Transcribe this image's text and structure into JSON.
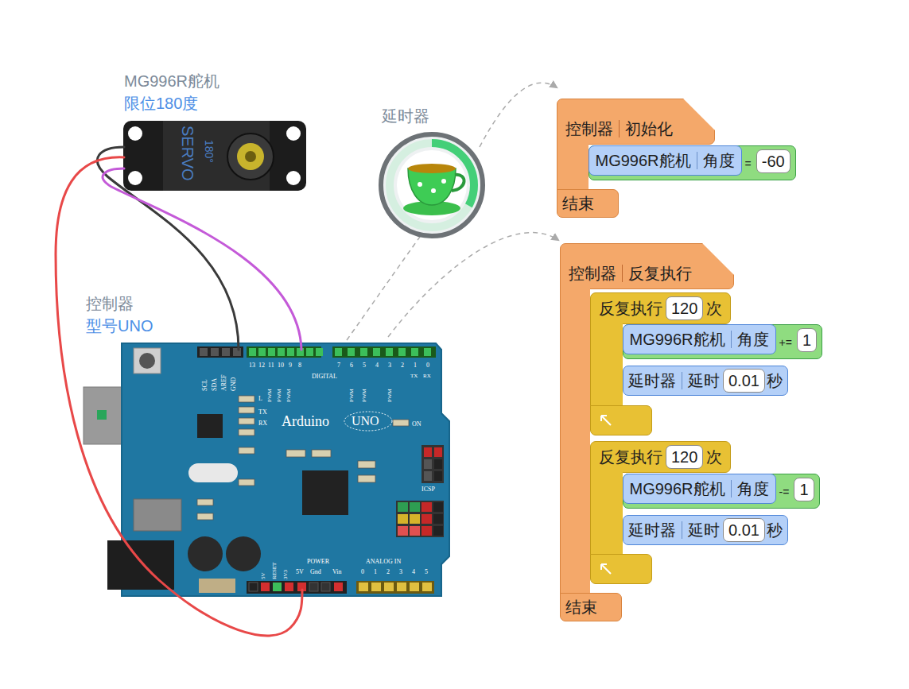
{
  "diagram": {
    "nodes": [
      {
        "text": [
          "控制器",
          "初始化",
          "结束"
        ]
      },
      {
        "text": [
          "MG996R舵机",
          "角度",
          "=",
          "-60"
        ],
        "in": 0
      },
      {
        "text": [
          "控制器",
          "反复执行",
          "结束"
        ]
      },
      {
        "text": [
          "反复执行",
          "120",
          "次"
        ],
        "in": 2
      },
      {
        "text": [
          "MG996R舵机",
          "角度",
          "+=",
          "1"
        ],
        "in": 3
      },
      {
        "text": [
          "延时器",
          "延时",
          "0.01",
          "秒"
        ],
        "in": 3
      },
      {
        "text": [
          "反复执行",
          "120",
          "次"
        ],
        "in": 2
      },
      {
        "text": [
          "MG996R舵机",
          "角度",
          "-=",
          "1"
        ],
        "in": 6
      },
      {
        "text": [
          "延时器",
          "延时",
          "0.01",
          "秒"
        ],
        "in": 6
      }
    ],
    "labels": [
      "MG996R舵机",
      "限位180度",
      "SERVO",
      "180°",
      "延时器",
      "控制器",
      "型号UNO",
      "SCL",
      "SDA",
      "AREF",
      "GND",
      "13",
      "12",
      "11",
      "10",
      "9",
      "8",
      "7",
      "6",
      "5",
      "4",
      "3",
      "2",
      "1",
      "0",
      "DIGITAL",
      "TX",
      "RX",
      "PWM",
      "PWM",
      "PWM",
      "PWM",
      "PWM",
      "PWM",
      "L",
      "TX",
      "RX",
      "Arduino",
      "UNO",
      "ON",
      "ICSP",
      "POWER",
      "ANALOG IN",
      "5V",
      "RESET",
      "3V3",
      "5V",
      "Gnd",
      "Vin",
      "0",
      "1",
      "2",
      "3",
      "4",
      "5"
    ]
  }
}
